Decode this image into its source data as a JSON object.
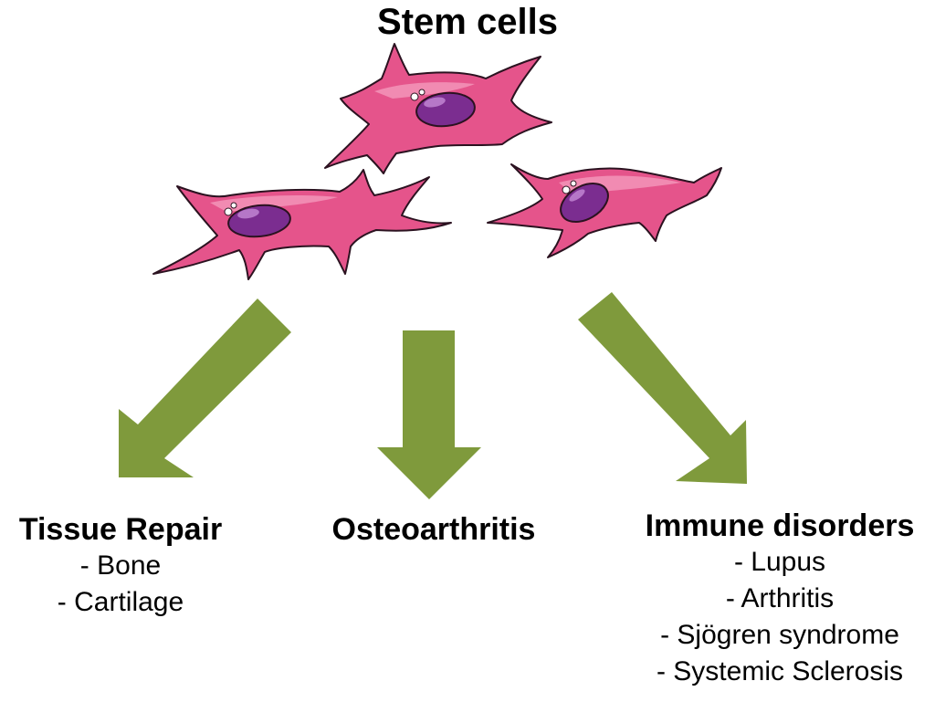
{
  "title": "Stem cells",
  "colors": {
    "cell_fill": "#E5548B",
    "cell_highlight": "#F7A3C3",
    "cell_outline": "#2B1220",
    "nucleus": "#7B2D90",
    "nucleus_shine": "#C58AD6",
    "arrow": "#7F9A3C"
  },
  "branches": [
    {
      "title": "Tissue Repair",
      "items": [
        "- Bone",
        "- Cartilage"
      ]
    },
    {
      "title": "Osteoarthritis",
      "items": []
    },
    {
      "title": "Immune disorders",
      "items": [
        "- Lupus",
        "- Arthritis",
        "- Sjögren syndrome",
        "- Systemic Sclerosis"
      ]
    }
  ]
}
